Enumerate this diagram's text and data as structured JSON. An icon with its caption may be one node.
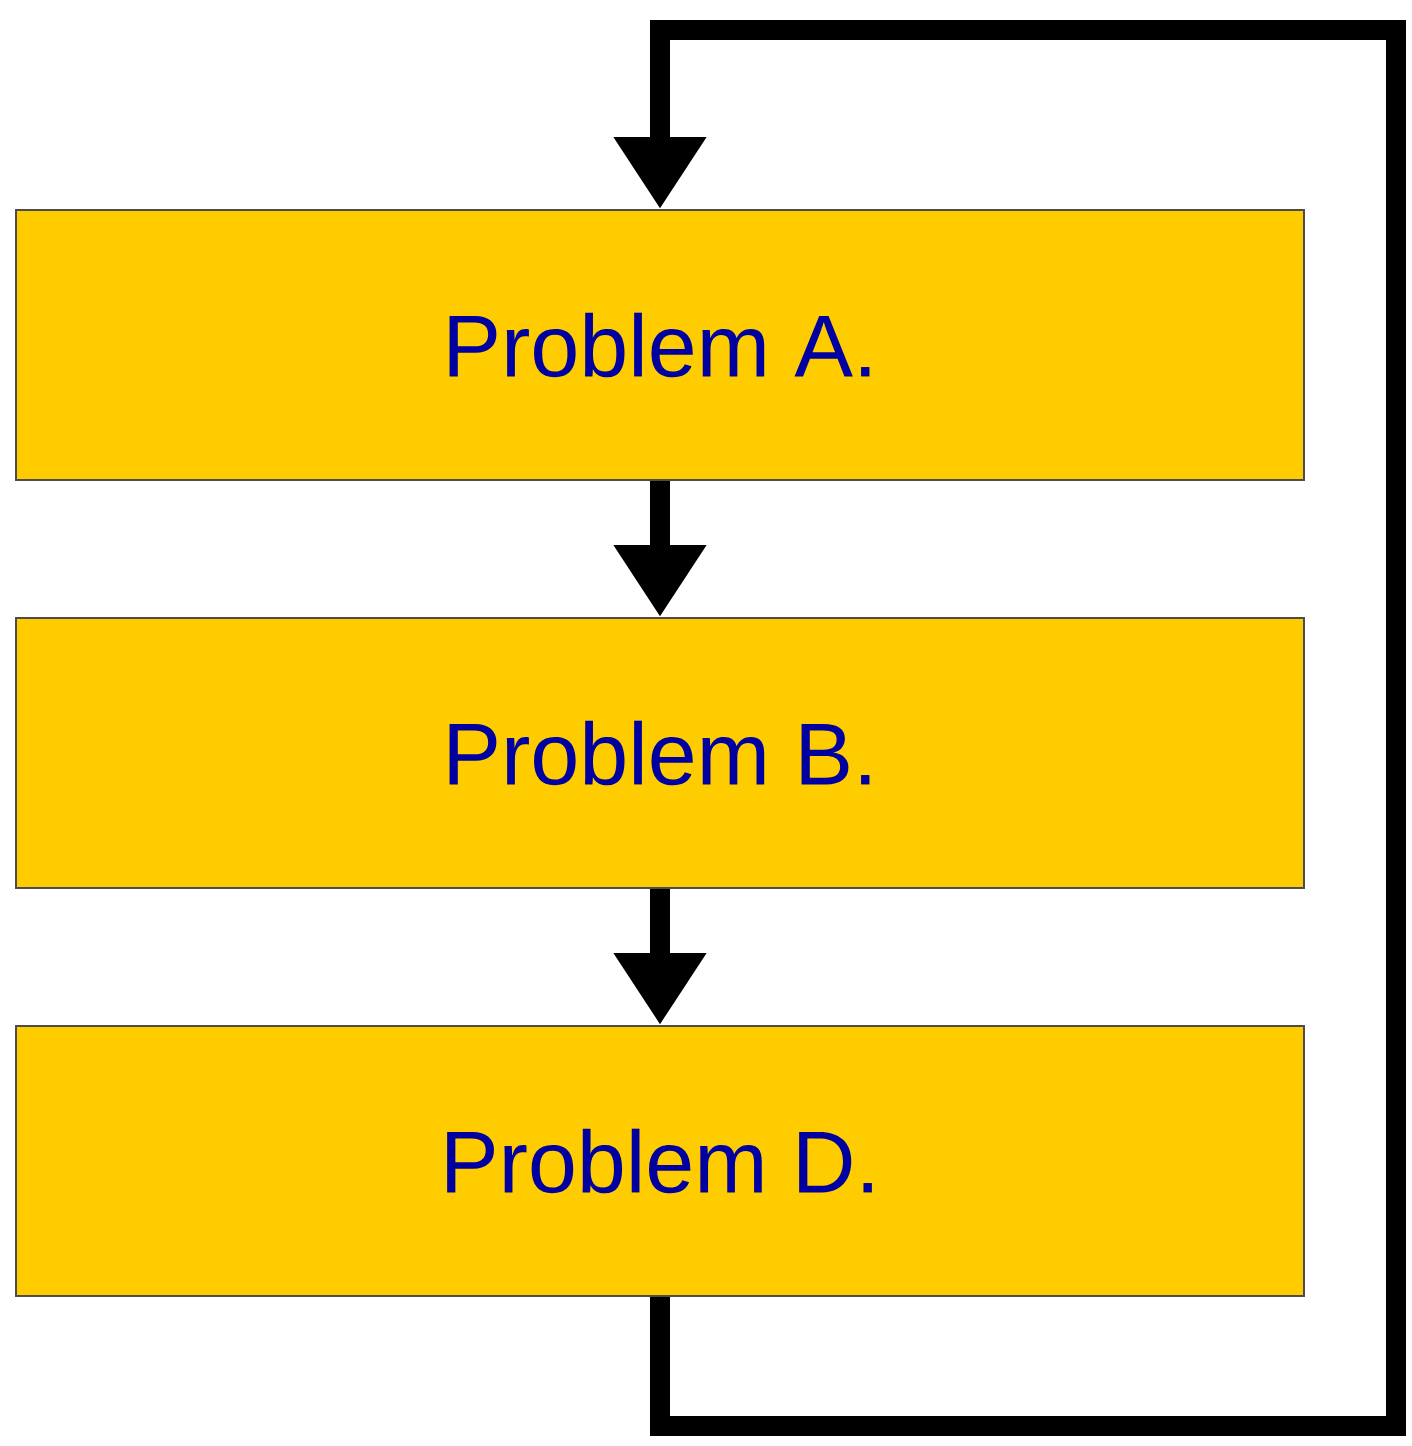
{
  "diagram": {
    "nodes": [
      {
        "text": [
          "Problem A."
        ]
      },
      {
        "text": [
          "Problem B."
        ]
      },
      {
        "text": [
          "Problem D."
        ]
      }
    ],
    "edges": [
      {
        "from": 0,
        "to": 1,
        "arrow": "to"
      },
      {
        "from": 1,
        "to": 2,
        "arrow": "to"
      },
      {
        "from": 2,
        "to": 0,
        "arrow": "to"
      }
    ]
  }
}
